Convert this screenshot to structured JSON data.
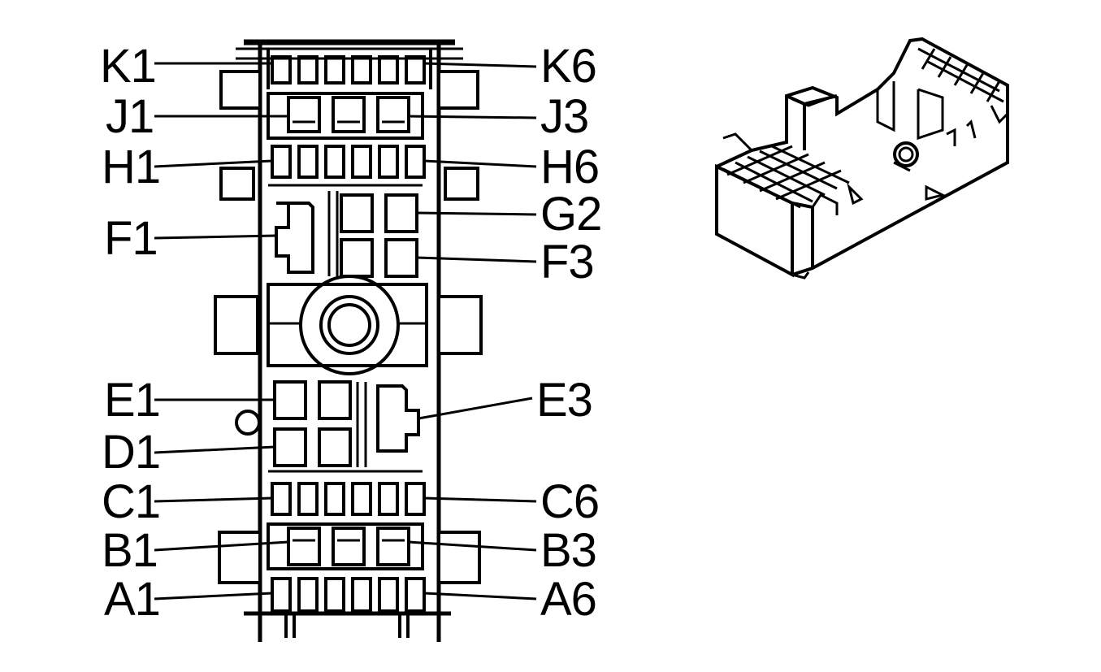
{
  "connector_face": {
    "left_labels": [
      "K1",
      "J1",
      "H1",
      "F1",
      "E1",
      "D1",
      "C1",
      "B1",
      "A1"
    ],
    "right_labels": [
      "K6",
      "J3",
      "H6",
      "G2",
      "F3",
      "E3",
      "C6",
      "B3",
      "A6"
    ]
  },
  "colors": {
    "line": "#000000",
    "background": "#ffffff"
  }
}
